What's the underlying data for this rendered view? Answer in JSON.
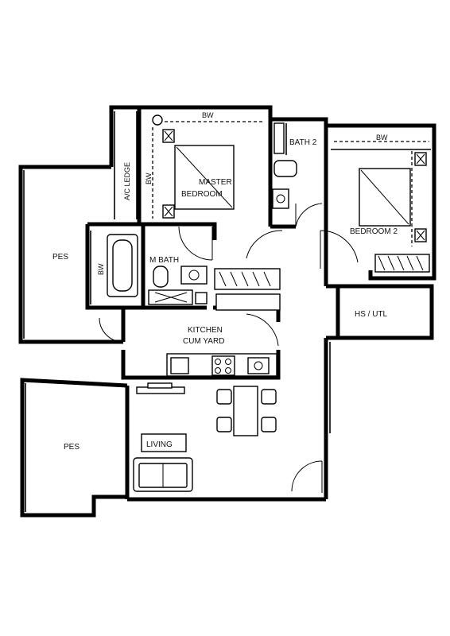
{
  "rooms": {
    "master_bedroom_line1": "MASTER",
    "master_bedroom_line2": "BEDROOM",
    "bedroom2": "BEDROOM 2",
    "bath2": "BATH 2",
    "m_bath": "M BATH",
    "kitchen_line1": "KITCHEN",
    "kitchen_line2": "CUM YARD",
    "hs_utl": "HS / UTL",
    "living": "LIVING",
    "pes_top": "PES",
    "pes_bottom": "PES",
    "ac_ledge": "A/C LEDGE"
  },
  "labels": {
    "bw_master_top": "BW",
    "bw_master_side": "BW",
    "bw_bedroom2": "BW",
    "bw_mbath": "BW"
  }
}
